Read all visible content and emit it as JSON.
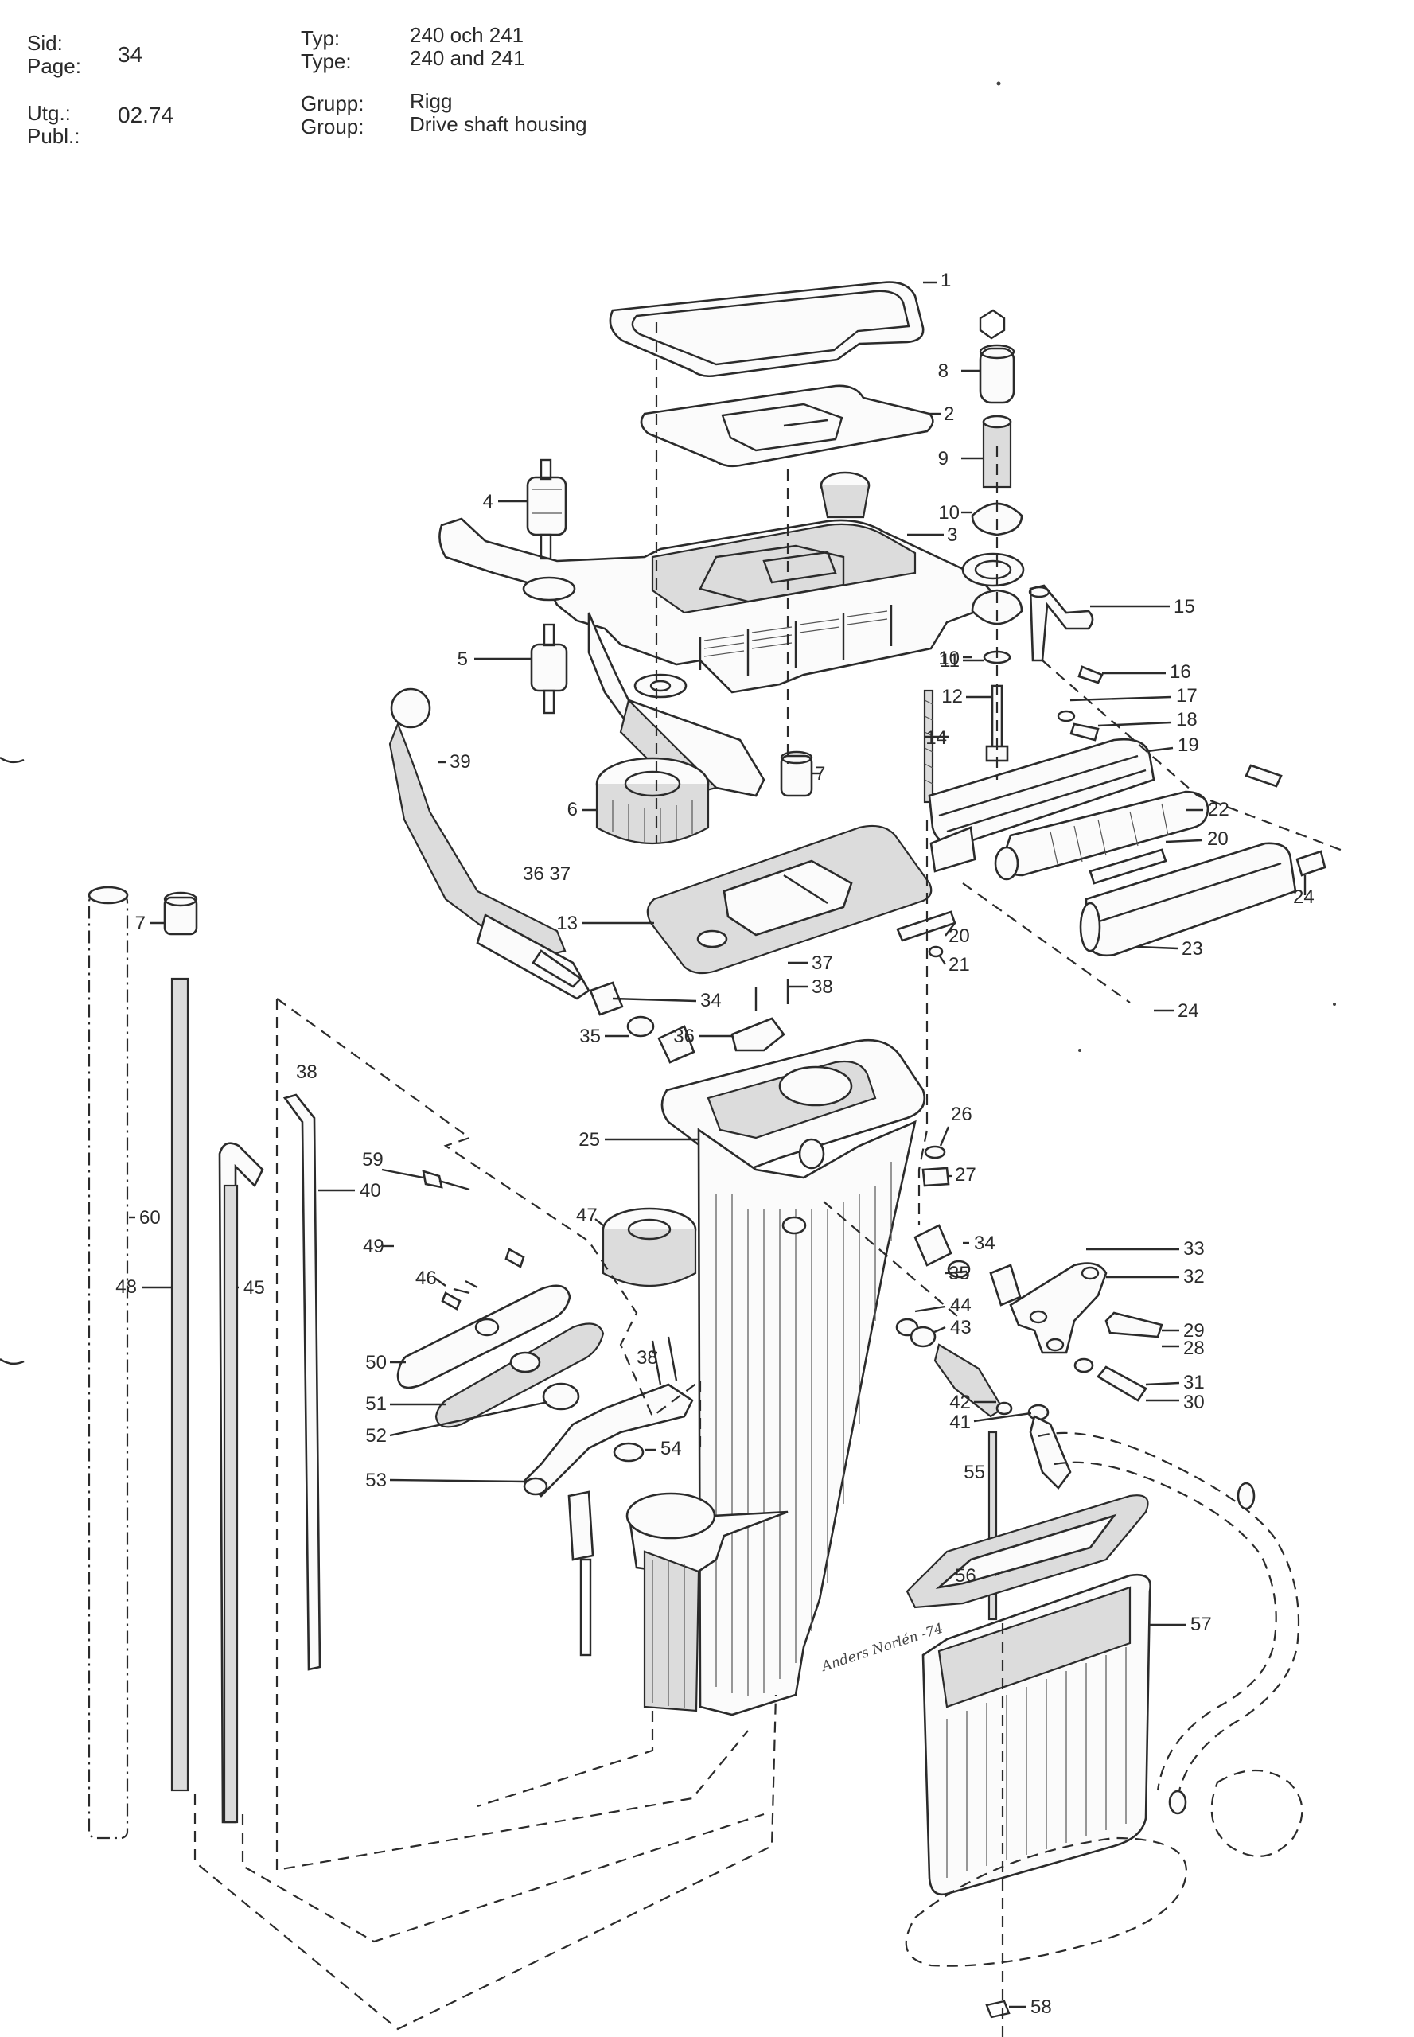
{
  "header": {
    "sid_label": "Sid:",
    "page_label": "Page:",
    "page_value": "34",
    "utg_label": "Utg.:",
    "publ_label": "Publ.:",
    "publ_value": "02.74",
    "typ_label": "Typ:",
    "type_label": "Type:",
    "typ_value_sv": "240 och 241",
    "type_value_en": "240 and 241",
    "grupp_label": "Grupp:",
    "group_label": "Group:",
    "grupp_value_sv": "Rigg",
    "group_value_en": "Drive shaft housing"
  },
  "diagram": {
    "callouts": [
      "1",
      "2",
      "8",
      "9",
      "10",
      "3",
      "4",
      "15",
      "10",
      "5",
      "16",
      "11",
      "17",
      "12",
      "18",
      "14",
      "19",
      "39",
      "7",
      "22",
      "6",
      "20",
      "36 37",
      "24",
      "13",
      "7",
      "20",
      "21",
      "23",
      "37",
      "38",
      "34",
      "35",
      "36",
      "24",
      "38",
      "26",
      "25",
      "27",
      "59",
      "40",
      "47",
      "60",
      "49",
      "34",
      "33",
      "48",
      "46",
      "45",
      "35",
      "32",
      "29",
      "44",
      "43",
      "28",
      "50",
      "38",
      "31",
      "51",
      "30",
      "42",
      "41",
      "52",
      "54",
      "53",
      "55",
      "56",
      "57",
      "58"
    ],
    "signature": "Anders Norlén -74"
  }
}
